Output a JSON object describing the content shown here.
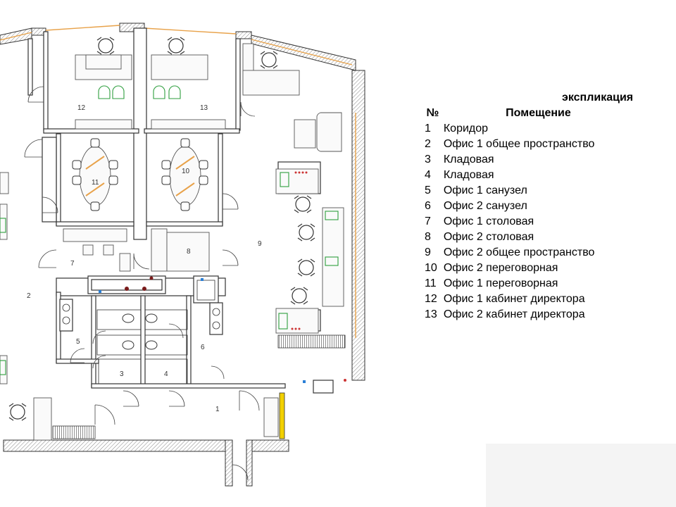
{
  "plan": {
    "room_numbers": [
      "1",
      "2",
      "3",
      "4",
      "5",
      "6",
      "7",
      "8",
      "9",
      "10",
      "11",
      "12",
      "13"
    ]
  },
  "legend": {
    "title": "экспликация",
    "col_num": "№",
    "col_room": "Помещение",
    "rows": [
      {
        "n": "1",
        "name": "Коридор"
      },
      {
        "n": "2",
        "name": "Офис 1 общее пространство"
      },
      {
        "n": "3",
        "name": "Кладовая"
      },
      {
        "n": "4",
        "name": "Кладовая"
      },
      {
        "n": "5",
        "name": "Офис 1 санузел"
      },
      {
        "n": "6",
        "name": "Офис 2 санузел"
      },
      {
        "n": "7",
        "name": "Офис 1 столовая"
      },
      {
        "n": "8",
        "name": "Офис 2 столовая"
      },
      {
        "n": "9",
        "name": "Офис 2 общее пространство"
      },
      {
        "n": "10",
        "name": "Офис 2 переговорная"
      },
      {
        "n": "11",
        "name": "Офис 1 переговорная"
      },
      {
        "n": "12",
        "name": "Офис 1 кабинет директора"
      },
      {
        "n": "13",
        "name": "Офис 2 кабинет директора"
      },
      {
        "n": "",
        "name": ""
      }
    ]
  },
  "colors": {
    "window": "#e8a24a",
    "green_fixture": "#2e9e3e",
    "yellow_panel": "#f2d000"
  }
}
